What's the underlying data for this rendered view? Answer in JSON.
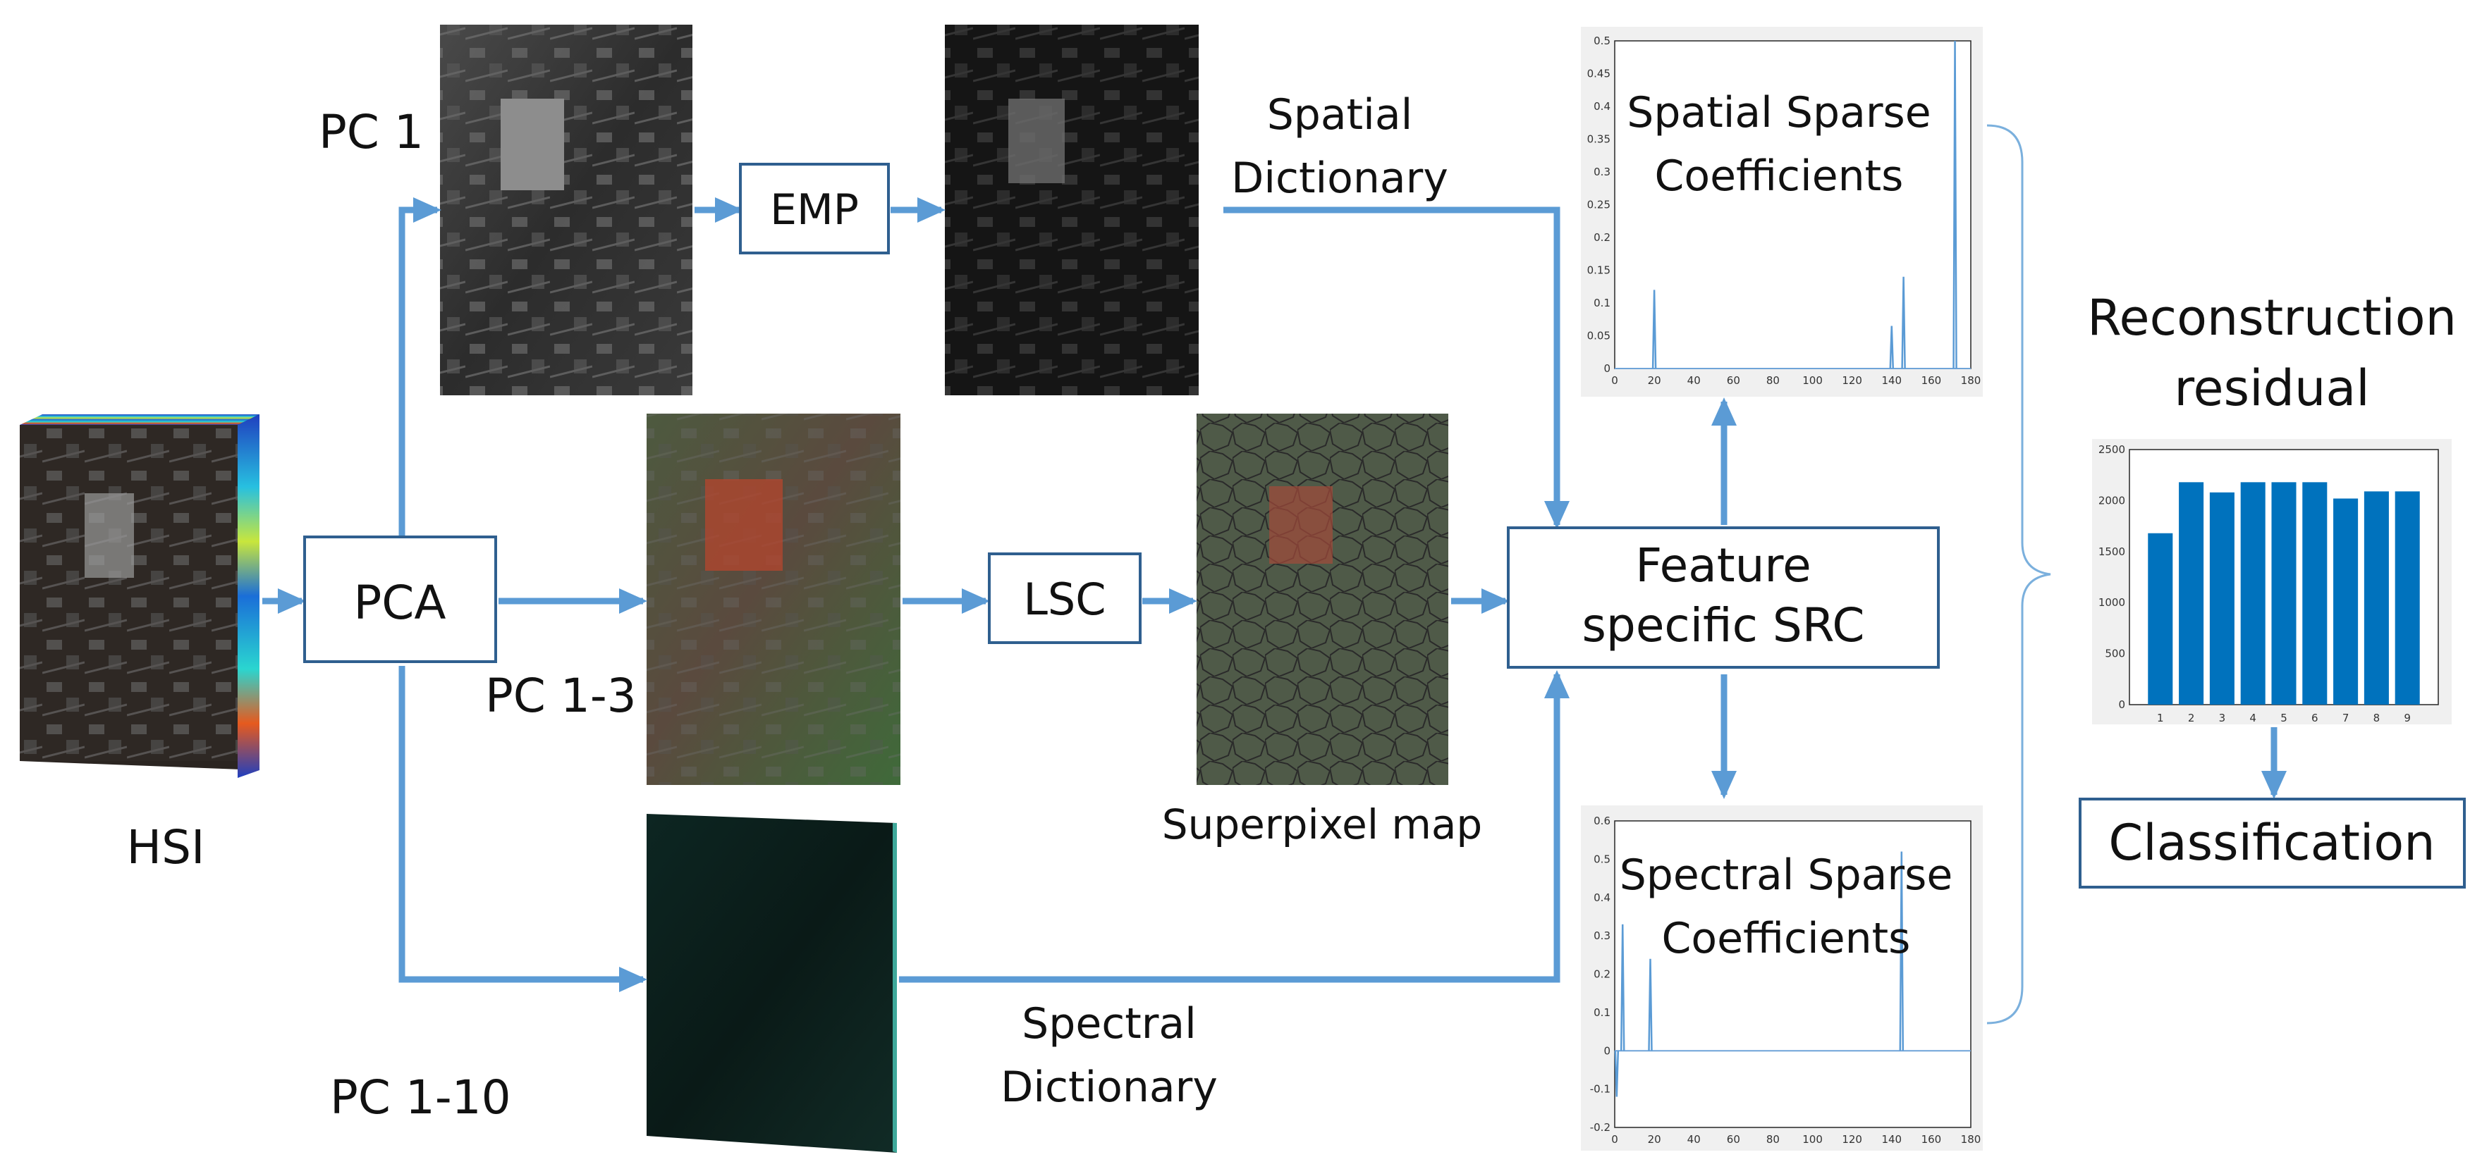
{
  "labels": {
    "hsi": "HSI",
    "pca": "PCA",
    "pc1": "PC 1",
    "pc13": "PC 1-3",
    "pc110": "PC 1-10",
    "emp": "EMP",
    "lsc": "LSC",
    "spatial_dict": [
      "Spatial",
      "Dictionary"
    ],
    "spectral_dict": [
      "Spectral",
      "Dictionary"
    ],
    "superpixel_map": "Superpixel map",
    "feature_src": [
      "Feature",
      "specific SRC"
    ],
    "spatial_coeff": [
      "Spatial Sparse",
      "Coefficients"
    ],
    "spectral_coeff": [
      "Spectral Sparse",
      "Coefficients"
    ],
    "recon": [
      "Reconstruction",
      "residual"
    ],
    "classification": "Classification"
  },
  "colors": {
    "arrow": "#5b9bd5",
    "box_border": "#2f5f8f",
    "bar": "#0072bd"
  },
  "icons": {
    "hsi_cube": "hyperspectral-cube-image",
    "pc1_image": "grayscale-satellite-image",
    "emp_image": "dark-satellite-image",
    "pc13_image": "false-color-satellite-image",
    "superpixel_image": "superpixel-segmentation-image",
    "pc110_image": "dark-teal-satellite-image"
  },
  "chart_data": [
    {
      "id": "spatial_sparse_coefficients",
      "type": "line",
      "xlim": [
        0,
        180
      ],
      "ylim": [
        0,
        0.5
      ],
      "xticks": [
        "0",
        "20",
        "40",
        "60",
        "80",
        "100",
        "120",
        "140",
        "160",
        "180"
      ],
      "yticks": [
        "0",
        "0.05",
        "0.1",
        "0.15",
        "0.2",
        "0.25",
        "0.3",
        "0.35",
        "0.4",
        "0.45",
        "0.5"
      ],
      "spikes": [
        [
          20,
          0.12
        ],
        [
          140,
          0.065
        ],
        [
          146,
          0.14
        ],
        [
          172,
          0.5
        ]
      ]
    },
    {
      "id": "spectral_sparse_coefficients",
      "type": "line",
      "xlim": [
        0,
        180
      ],
      "ylim": [
        -0.2,
        0.6
      ],
      "xticks": [
        "0",
        "20",
        "40",
        "60",
        "80",
        "100",
        "120",
        "140",
        "160",
        "180"
      ],
      "yticks": [
        "-0.2",
        "-0.1",
        "0",
        "0.1",
        "0.2",
        "0.3",
        "0.4",
        "0.5",
        "0.6"
      ],
      "spikes": [
        [
          1,
          -0.12
        ],
        [
          4,
          0.33
        ],
        [
          18,
          0.24
        ],
        [
          145,
          0.52
        ]
      ]
    },
    {
      "id": "reconstruction_residual",
      "type": "bar",
      "categories": [
        "1",
        "2",
        "3",
        "4",
        "5",
        "6",
        "7",
        "8",
        "9"
      ],
      "values": [
        1680,
        2180,
        2080,
        2180,
        2180,
        2180,
        2020,
        2090,
        2090
      ],
      "ylim": [
        0,
        2500
      ],
      "yticks": [
        "0",
        "500",
        "1000",
        "1500",
        "2000",
        "2500"
      ]
    }
  ]
}
